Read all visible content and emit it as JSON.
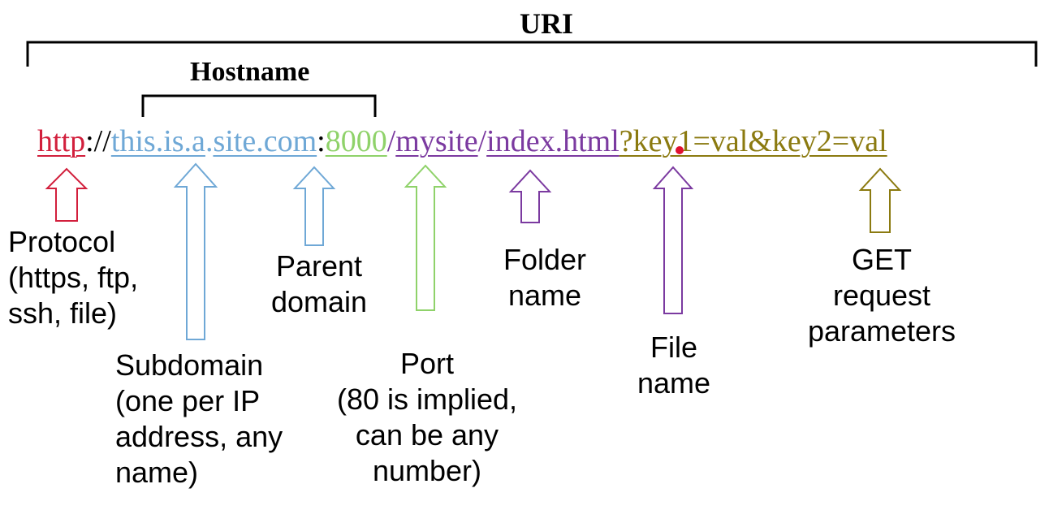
{
  "titles": {
    "uri": "URI",
    "hostname": "Hostname"
  },
  "url_parts": {
    "protocol": "http",
    "sep1": "://",
    "subdomain": "this.is.a",
    "dot": ".",
    "parent_domain": "site.com",
    "colon": ":",
    "port": "8000",
    "slash1": "/",
    "folder": "mysite",
    "slash2": "/",
    "file": "index.html",
    "query": "?key1=val&key2=val"
  },
  "labels": {
    "protocol": [
      "Protocol",
      "(https, ftp,",
      "ssh, file)"
    ],
    "subdomain": [
      "Subdomain",
      "(one per IP",
      "address, any",
      "name)"
    ],
    "parent_domain": [
      "Parent",
      "domain"
    ],
    "port": [
      "Port",
      "(80 is implied,",
      "can be any",
      "number)"
    ],
    "folder": [
      "Folder",
      "name"
    ],
    "file": [
      "File",
      "name"
    ],
    "get": [
      "GET",
      "request",
      "parameters"
    ]
  },
  "colors": {
    "protocol": "#d21f3c",
    "subdomain": "#6fa8d6",
    "parent_domain": "#6fa8d6",
    "port": "#8fd26a",
    "folder": "#7b3aa0",
    "file": "#7b3aa0",
    "query": "#8b7a10",
    "text": "#000000"
  }
}
